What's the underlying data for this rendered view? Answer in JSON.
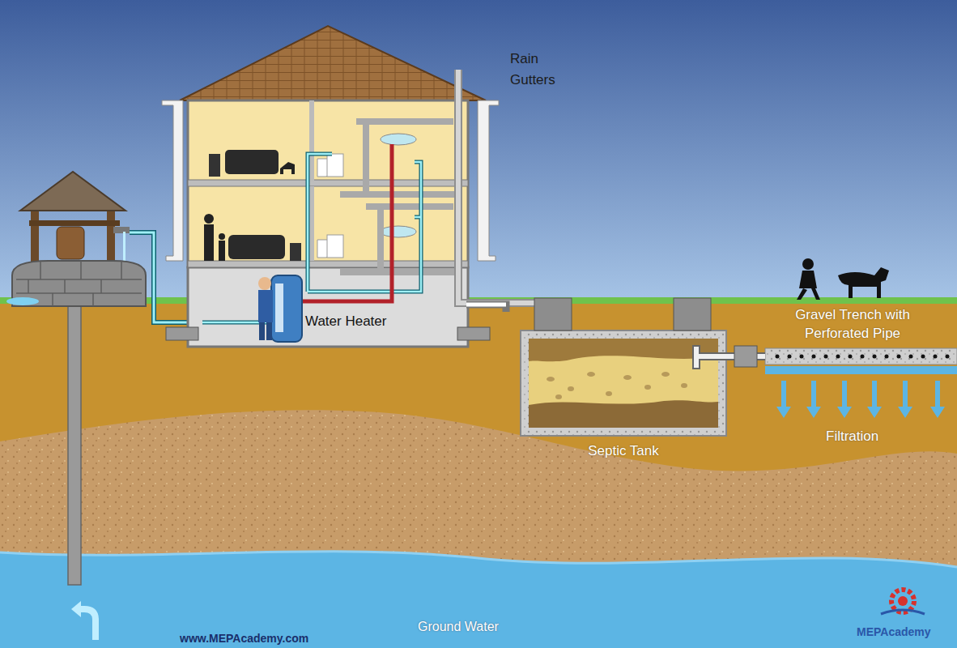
{
  "diagram": {
    "nodes": [
      {
        "text": [
          "Septic Tank"
        ]
      },
      {
        "text": [
          "Gravel Trench with Perforated Pipe"
        ]
      }
    ],
    "edges": [
      {
        "from": 0,
        "to": 1,
        "arrow": "none"
      }
    ],
    "labels": [
      "Rain Gutters",
      "Water Heater",
      "Filtration",
      "Ground Water",
      "www.MEPAcademy.com",
      "MEPAcademy"
    ]
  }
}
